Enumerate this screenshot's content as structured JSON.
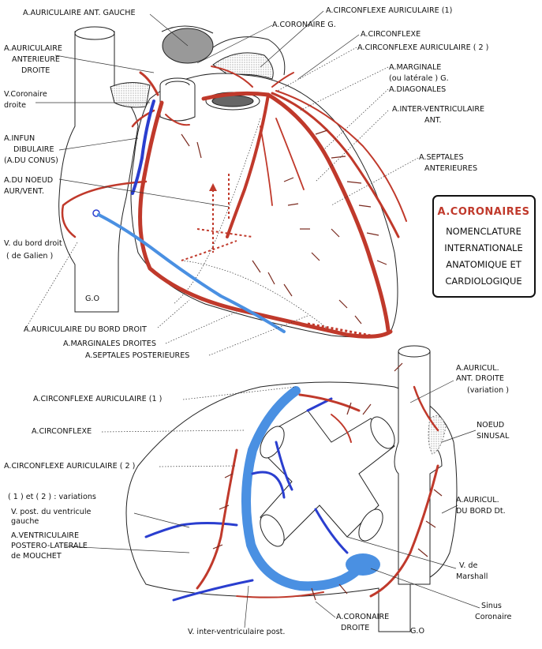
{
  "labels": {
    "aur_ant_gauche": "A.AURICULAIRE ANT. GAUCHE",
    "circ_aur_1_top": "A.CIRCONFLEXE AURICULAIRE (1)",
    "coronaire_g": "A.CORONAIRE G.",
    "circonflexe_top": "A.CIRCONFLEXE",
    "circ_aur_2_top": "A.CIRCONFLEXE AURICULAIRE ( 2 )",
    "marginale_1": "A.MARGINALE",
    "marginale_2": "(ou latérale ) G.",
    "diagonales": "A.DIAGONALES",
    "inter_vent_1": "A.INTER-VENTRICULAIRE",
    "inter_vent_2": "ANT.",
    "septales_ant_1": "A.SEPTALES",
    "septales_ant_2": "ANTERIEURES",
    "aur_ant_droite_1": "A.AURICULAIRE",
    "aur_ant_droite_2": "ANTERIEURE",
    "aur_ant_droite_3": "DROITE",
    "v_coronaire_1": "V.Coronaire",
    "v_coronaire_2": "droite",
    "infun_1": "A.INFUN",
    "infun_2": "DIBULAIRE",
    "infun_3": "(A.DU CONUS)",
    "noeud_1": "A.DU NOEUD",
    "noeud_2": "AUR/VENT.",
    "v_bord_1": "V. du bord droit",
    "v_bord_2": "( de Galien )",
    "aur_bord_droit": "A.AURICULAIRE DU BORD DROIT",
    "marginales_droites": "A.MARGINALES DROITES",
    "septales_post": "A.SEPTALES POSTERIEURES",
    "go_top": "G.O",
    "circ_aur_1_bot": "A.CIRCONFLEXE AURICULAIRE (1 )",
    "circonflexe_bot": "A.CIRCONFLEXE",
    "circ_aur_2_bot": "A.CIRCONFLEXE AURICULAIRE ( 2 )",
    "variations": "( 1 ) et ( 2 ) : variations",
    "v_post_1": "V. post. du ventricule",
    "v_post_2": "gauche",
    "v_pl_1": "A.VENTRICULAIRE",
    "v_pl_2": "POSTERO-LATERALE",
    "v_pl_3": "de MOUCHET",
    "v_inter_post": "V. inter-ventriculaire post.",
    "coronaire_droite_1": "A.CORONAIRE",
    "coronaire_droite_2": "DROITE",
    "auricul_ant_1": "A.AURICUL.",
    "auricul_ant_2": "ANT. DROITE",
    "auricul_ant_3": "(variation )",
    "noeud_sinusal_1": "NOEUD",
    "noeud_sinusal_2": "SINUSAL",
    "auricul_bord_1": "A.AURICUL.",
    "auricul_bord_2": "DU BORD Dt.",
    "v_marshall_1": "V. de",
    "v_marshall_2": "Marshall",
    "sinus_1": "Sinus",
    "sinus_2": "Coronaire",
    "go_bot": "G.O"
  },
  "legend_box": {
    "title": "A.CORONAIRES",
    "lines": [
      "NOMENCLATURE",
      "INTERNATIONALE",
      "ANATOMIQUE ET",
      "CARDIOLOGIQUE"
    ]
  },
  "colors": {
    "artery": "#c0392b",
    "artery_dark": "#7a2a1f",
    "vein": "#2a3ecf",
    "vein_light": "#4a90e2"
  }
}
